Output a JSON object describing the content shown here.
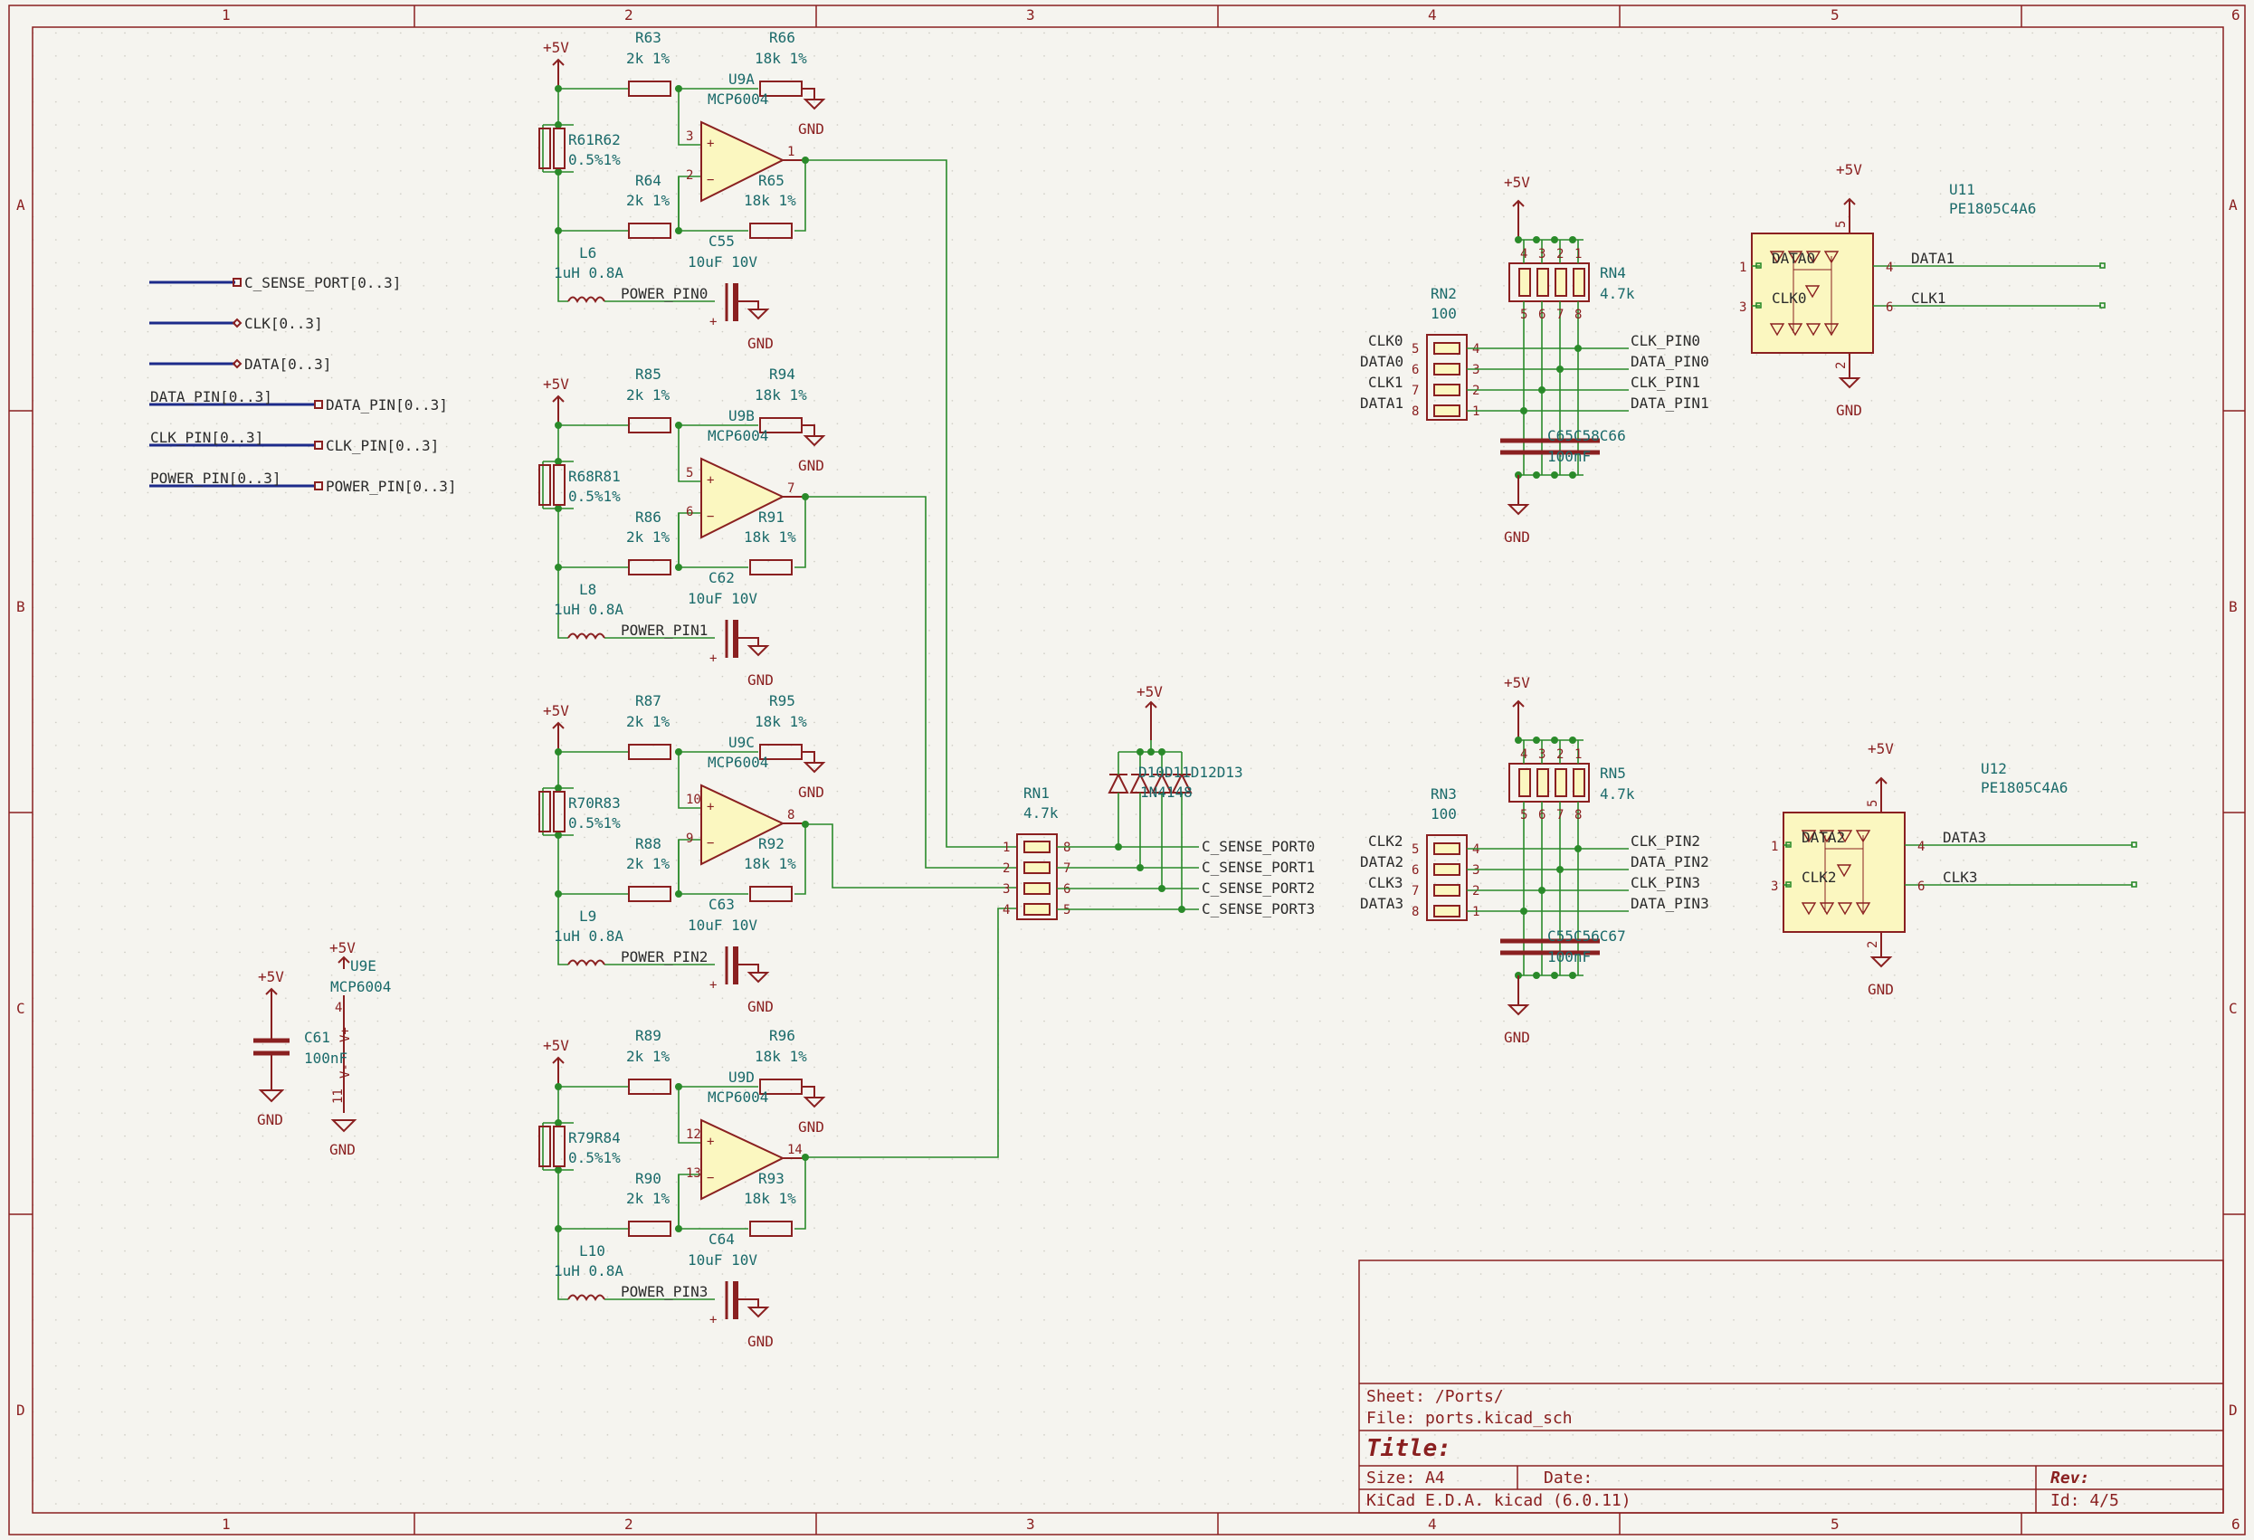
{
  "sheet": {
    "title_label": "Title:",
    "sheet_line": "Sheet: /Ports/",
    "file_line": "File: ports.kicad_sch",
    "size_line": "Size: A4",
    "date_line": "Date:",
    "rev_label": "Rev:",
    "tool_line": "KiCad E.D.A.  kicad (6.0.11)",
    "id_line": "Id: 4/5",
    "col_labels": [
      "1",
      "2",
      "3",
      "4",
      "5",
      "6"
    ],
    "row_labels": [
      "A",
      "B",
      "C",
      "D"
    ]
  },
  "hier_labels": [
    {
      "text": "C_SENSE_PORT[0..3]"
    },
    {
      "text": "CLK[0..3]"
    },
    {
      "text": "DATA[0..3]"
    },
    {
      "bus": "DATA_PIN[0..3]",
      "text": "DATA_PIN[0..3]"
    },
    {
      "bus": "CLK_PIN[0..3]",
      "text": "CLK_PIN[0..3]"
    },
    {
      "bus": "POWER_PIN[0..3]",
      "text": "POWER_PIN[0..3]"
    }
  ],
  "amps": [
    {
      "pwr": "+5V",
      "rin": "R63",
      "rin_v": "2k 1%",
      "rfb": "R66",
      "rfb_v": "18k 1%",
      "u": "U9A",
      "u_v": "MCP6004",
      "rsh": "R61R62",
      "rsh_v": "0.5%1%",
      "rin2": "R64",
      "rin2_v": "2k 1%",
      "rfb2": "R65",
      "rfb2_v": "18k 1%",
      "cap": "C55",
      "cap_v": "10uF 10V",
      "ind": "L6",
      "ind_v": "1uH 0.8A",
      "net": "POWER_PIN0",
      "gnd": "GND",
      "pins": [
        "3",
        "2",
        "1"
      ]
    },
    {
      "pwr": "+5V",
      "rin": "R85",
      "rin_v": "2k 1%",
      "rfb": "R94",
      "rfb_v": "18k 1%",
      "u": "U9B",
      "u_v": "MCP6004",
      "rsh": "R68R81",
      "rsh_v": "0.5%1%",
      "rin2": "R86",
      "rin2_v": "2k 1%",
      "rfb2": "R91",
      "rfb2_v": "18k 1%",
      "cap": "C62",
      "cap_v": "10uF 10V",
      "ind": "L8",
      "ind_v": "1uH 0.8A",
      "net": "POWER_PIN1",
      "gnd": "GND",
      "pins": [
        "5",
        "6",
        "7"
      ]
    },
    {
      "pwr": "+5V",
      "rin": "R87",
      "rin_v": "2k 1%",
      "rfb": "R95",
      "rfb_v": "18k 1%",
      "u": "U9C",
      "u_v": "MCP6004",
      "rsh": "R70R83",
      "rsh_v": "0.5%1%",
      "rin2": "R88",
      "rin2_v": "2k 1%",
      "rfb2": "R92",
      "rfb2_v": "18k 1%",
      "cap": "C63",
      "cap_v": "10uF 10V",
      "ind": "L9",
      "ind_v": "1uH 0.8A",
      "net": "POWER_PIN2",
      "gnd": "GND",
      "pins": [
        "10",
        "9",
        "8"
      ]
    },
    {
      "pwr": "+5V",
      "rin": "R89",
      "rin_v": "2k 1%",
      "rfb": "R96",
      "rfb_v": "18k 1%",
      "u": "U9D",
      "u_v": "MCP6004",
      "rsh": "R79R84",
      "rsh_v": "0.5%1%",
      "rin2": "R90",
      "rin2_v": "2k 1%",
      "rfb2": "R93",
      "rfb2_v": "18k 1%",
      "cap": "C64",
      "cap_v": "10uF 10V",
      "ind": "L10",
      "ind_v": "1uH 0.8A",
      "net": "POWER_PIN3",
      "gnd": "GND",
      "pins": [
        "12",
        "13",
        "14"
      ]
    }
  ],
  "u9e": {
    "ref": "U9E",
    "val": "MCP6004",
    "pwr": "+5V",
    "gnd": "GND",
    "vp": "V+",
    "vm": "V-",
    "p4": "4",
    "p11": "11"
  },
  "c61": {
    "ref": "C61",
    "val": "100nF",
    "pwr": "+5V",
    "gnd": "GND"
  },
  "rn1": {
    "ref": "RN1",
    "val": "4.7k",
    "pwr": "+5V",
    "diodes": "D10D11D12D13",
    "diodes_v": "1N4148",
    "nets": [
      "C_SENSE_PORT0",
      "C_SENSE_PORT1",
      "C_SENSE_PORT2",
      "C_SENSE_PORT3"
    ],
    "lpins": [
      "1",
      "2",
      "3",
      "4"
    ],
    "rpins": [
      "8",
      "7",
      "6",
      "5"
    ]
  },
  "rnblocks": [
    {
      "pwr": "+5V",
      "gnd": "GND",
      "rn_a": "RN2",
      "rn_a_v": "100",
      "rn_b": "RN4",
      "rn_b_v": "4.7k",
      "caps": "C65C58C66",
      "caps_v": "100nF",
      "lnets": [
        "CLK0",
        "DATA0",
        "CLK1",
        "DATA1"
      ],
      "rnets": [
        "CLK_PIN0",
        "DATA_PIN0",
        "CLK_PIN1",
        "DATA_PIN1"
      ],
      "lpins": [
        "5",
        "6",
        "7",
        "8"
      ],
      "rpins": [
        "4",
        "3",
        "2",
        "1"
      ],
      "tpins": [
        "4",
        "3",
        "2",
        "1"
      ],
      "bpins": [
        "5",
        "6",
        "7",
        "8"
      ]
    },
    {
      "pwr": "+5V",
      "gnd": "GND",
      "rn_a": "RN3",
      "rn_a_v": "100",
      "rn_b": "RN5",
      "rn_b_v": "4.7k",
      "caps": "C55C56C67",
      "caps_v": "100nF",
      "lnets": [
        "CLK2",
        "DATA2",
        "CLK3",
        "DATA3"
      ],
      "rnets": [
        "CLK_PIN2",
        "DATA_PIN2",
        "CLK_PIN3",
        "DATA_PIN3"
      ],
      "lpins": [
        "5",
        "6",
        "7",
        "8"
      ],
      "rpins": [
        "4",
        "3",
        "2",
        "1"
      ],
      "tpins": [
        "4",
        "3",
        "2",
        "1"
      ],
      "bpins": [
        "5",
        "6",
        "7",
        "8"
      ]
    }
  ],
  "tvs": [
    {
      "ref": "U11",
      "val": "PE1805C4A6",
      "pwr": "+5V",
      "gnd": "GND",
      "in1": "DATA0",
      "in2": "CLK0",
      "out1": "DATA1",
      "out2": "CLK1",
      "p1": "1",
      "p3": "3",
      "p4": "4",
      "p6": "6",
      "p5": "5",
      "p2": "2"
    },
    {
      "ref": "U12",
      "val": "PE1805C4A6",
      "pwr": "+5V",
      "gnd": "GND",
      "in1": "DATA2",
      "in2": "CLK2",
      "out1": "DATA3",
      "out2": "CLK3",
      "p1": "1",
      "p3": "3",
      "p4": "4",
      "p6": "6",
      "p5": "5",
      "p2": "2"
    }
  ]
}
